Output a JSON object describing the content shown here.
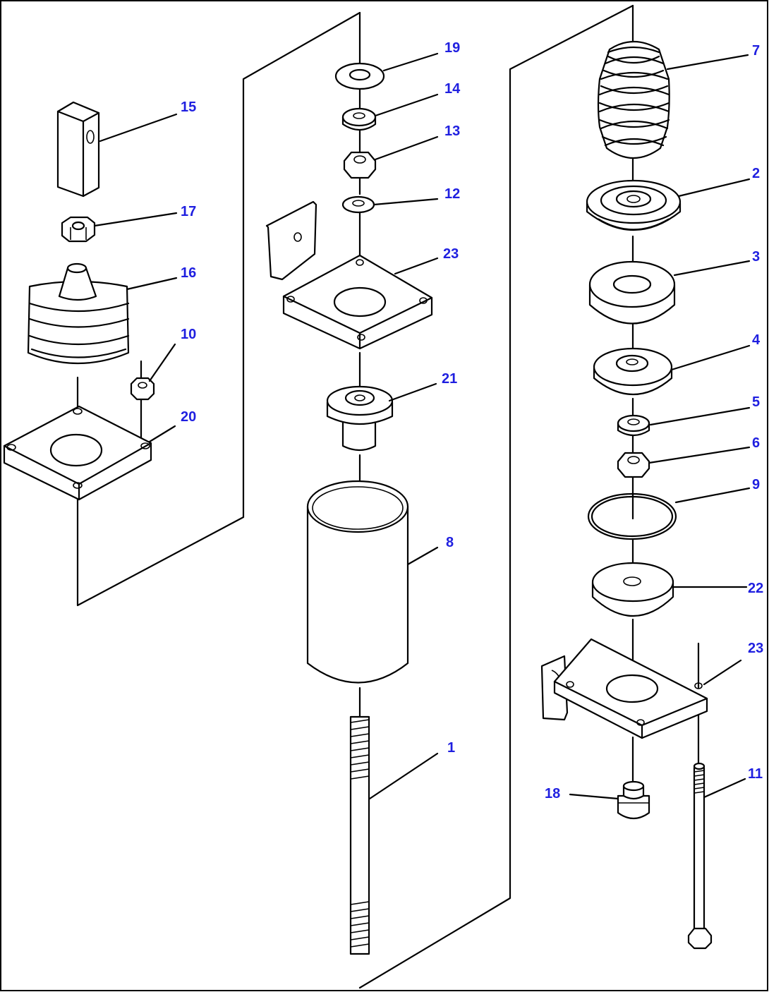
{
  "colors": {
    "label": "#1f1fe0",
    "line": "#000000",
    "background": "#ffffff"
  },
  "callouts": [
    {
      "id": "1",
      "text": "1"
    },
    {
      "id": "2",
      "text": "2"
    },
    {
      "id": "3",
      "text": "3"
    },
    {
      "id": "4",
      "text": "4"
    },
    {
      "id": "5",
      "text": "5"
    },
    {
      "id": "6",
      "text": "6"
    },
    {
      "id": "7",
      "text": "7"
    },
    {
      "id": "8",
      "text": "8"
    },
    {
      "id": "9",
      "text": "9"
    },
    {
      "id": "10",
      "text": "10"
    },
    {
      "id": "11",
      "text": "11"
    },
    {
      "id": "12",
      "text": "12"
    },
    {
      "id": "13",
      "text": "13"
    },
    {
      "id": "14",
      "text": "14"
    },
    {
      "id": "15",
      "text": "15"
    },
    {
      "id": "16",
      "text": "16"
    },
    {
      "id": "17",
      "text": "17"
    },
    {
      "id": "18",
      "text": "18"
    },
    {
      "id": "19",
      "text": "19"
    },
    {
      "id": "20",
      "text": "20"
    },
    {
      "id": "21",
      "text": "21"
    },
    {
      "id": "22",
      "text": "22"
    },
    {
      "id": "23a",
      "text": "23"
    },
    {
      "id": "23b",
      "text": "23"
    }
  ]
}
